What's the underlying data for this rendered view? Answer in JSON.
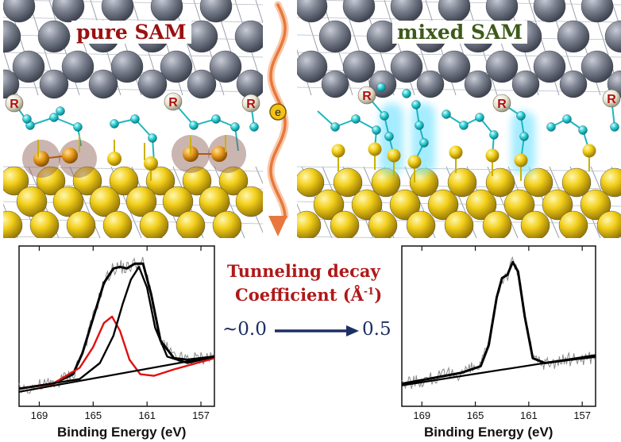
{
  "top_left": {
    "title": "pure SAM",
    "r_label": "R"
  },
  "top_right": {
    "title": "mixed SAM",
    "r_label": "R"
  },
  "electron_label": "e",
  "caption": {
    "line1": "Tunneling decay",
    "line2": "Coefficient (Å",
    "line2_sup": "-1",
    "line2_end": ")",
    "from_value": "~0.0",
    "to_value": "0.5"
  },
  "colors": {
    "title_red": "#9b1010",
    "title_green": "#3d5a1a",
    "caption_red": "#b01818",
    "value_blue": "#1c2e64",
    "fit_red": "#e01010"
  },
  "chart_data": [
    {
      "type": "line",
      "panel": "left",
      "xlabel": "Binding Energy (eV)",
      "ylabel": "",
      "x_reversed": true,
      "xlim": [
        170.5,
        156
      ],
      "xticks": [
        169,
        165,
        161,
        157
      ],
      "ylim": [
        0,
        1
      ],
      "series": [
        {
          "role": "envelope",
          "color": "#000000",
          "x": [
            170.5,
            168,
            166.5,
            165.8,
            165.0,
            164.2,
            163.5,
            163.0,
            162.5,
            161.9,
            161.3,
            160.7,
            160.0,
            159.0,
            158.0,
            156.0
          ],
          "y": [
            0.11,
            0.14,
            0.2,
            0.33,
            0.55,
            0.77,
            0.86,
            0.87,
            0.86,
            0.89,
            0.89,
            0.7,
            0.41,
            0.3,
            0.29,
            0.31
          ]
        },
        {
          "role": "component",
          "color": "#e01010",
          "x": [
            170.5,
            168,
            166.0,
            165.0,
            164.2,
            163.6,
            163.0,
            162.3,
            161.5,
            160.5,
            159.0,
            156.0
          ],
          "y": [
            0.11,
            0.14,
            0.24,
            0.37,
            0.52,
            0.56,
            0.47,
            0.29,
            0.2,
            0.19,
            0.23,
            0.3
          ]
        },
        {
          "role": "component",
          "color": "#000000",
          "x": [
            170.5,
            166,
            164.5,
            163.5,
            162.8,
            162.2,
            161.6,
            161.0,
            160.4,
            159.5,
            158.0,
            156.0
          ],
          "y": [
            0.11,
            0.17,
            0.27,
            0.44,
            0.64,
            0.79,
            0.87,
            0.74,
            0.49,
            0.31,
            0.27,
            0.31
          ]
        },
        {
          "role": "background",
          "color": "#000000",
          "x": [
            170.5,
            156
          ],
          "y": [
            0.09,
            0.31
          ]
        }
      ]
    },
    {
      "type": "line",
      "panel": "right",
      "xlabel": "Binding Energy (eV)",
      "ylabel": "",
      "x_reversed": true,
      "xlim": [
        170.5,
        156
      ],
      "xticks": [
        169,
        165,
        161,
        157
      ],
      "ylim": [
        0,
        1
      ],
      "series": [
        {
          "role": "envelope",
          "color": "#000000",
          "x": [
            170.5,
            166,
            164.6,
            164.0,
            163.4,
            163.0,
            162.6,
            162.2,
            161.8,
            161.3,
            160.7,
            159.8,
            158.0,
            156.0
          ],
          "y": [
            0.14,
            0.21,
            0.25,
            0.38,
            0.68,
            0.8,
            0.82,
            0.9,
            0.84,
            0.56,
            0.3,
            0.27,
            0.29,
            0.31
          ]
        },
        {
          "role": "background",
          "color": "#000000",
          "x": [
            170.5,
            156
          ],
          "y": [
            0.13,
            0.32
          ]
        }
      ]
    }
  ]
}
